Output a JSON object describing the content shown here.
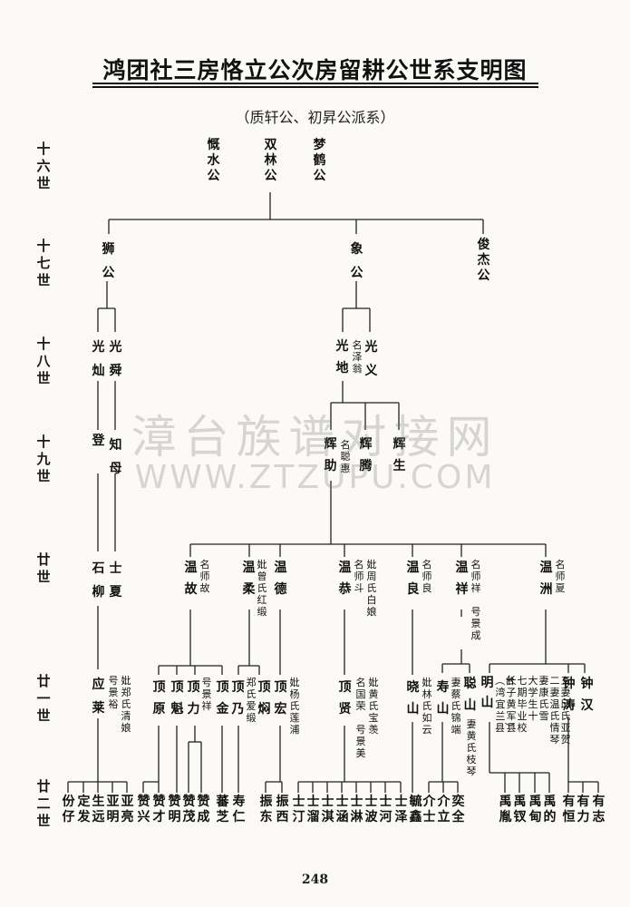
{
  "title": "鸿团社三房恪立公次房留耕公世系支明图",
  "subtitle": "（质轩公、初昇公派系）",
  "page_number": "248",
  "watermark": {
    "line1": "漳台族谱对接网",
    "line2": "WWW.ZTZUPU.COM"
  },
  "generations": [
    "十六世",
    "十七世",
    "十八世",
    "十九世",
    "廿世",
    "廿一世",
    "廿二世"
  ],
  "gen16": [
    "慨水公",
    "双林公",
    "梦鹤公"
  ],
  "gen17": [
    "狮公",
    "象公",
    "俊杰公"
  ],
  "gen18": {
    "name1": "光灿",
    "name2": "光舜",
    "name3": "光地",
    "note3": "名泽翁",
    "name4": "光义"
  },
  "gen19": {
    "name1": "登",
    "name2": "知母",
    "name3": "辉助",
    "note3": "名聪惠",
    "name4": "辉腾",
    "name5": "辉生"
  },
  "gen20": {
    "n1": "石柳",
    "n2": "士夏",
    "n3": "温故",
    "note3": "名师故",
    "n4": "温柔",
    "note4": "妣曾氏红缎",
    "n5": "温德",
    "n6": "温恭",
    "note6a": "名师斗",
    "note6b": "妣周氏白娘",
    "n7": "温良",
    "note7": "名师良",
    "n8": "温祥",
    "note8a": "名师祥",
    "note8b": "号景成",
    "n9": "温洲",
    "note9": "名师夏"
  },
  "gen21": {
    "n1": "应莱",
    "note1a": "号景裕",
    "note1b": "妣郑氏清娘",
    "n2": "顶原",
    "n3": "顶魁",
    "n4": "顶力",
    "note4": "号景祥",
    "n5": "顶金",
    "n6": "顶乃",
    "note6": "郑氏爱缎",
    "n7": "顶焖",
    "n8": "顶宏",
    "note8": "妣杨氏莲浦",
    "n9": "顶贤",
    "note9a": "名国荣",
    "note9b": "妣黄氏宝羡",
    "note9c": "号景美",
    "n10": "晓山",
    "note10": "妣林氏如云",
    "n11": "寿山",
    "note11": "妻蔡氏锦端",
    "n12": "聪山",
    "note12": "妻黄氏枝琴",
    "n13": "明山",
    "note13a": "︵台湾宜兰县︶",
    "note13b": "长子黄军县",
    "note13c": "七期毕业校",
    "note13d": "大学生十",
    "note13e": "妻康氏雪",
    "note13f": "二妻温氏情琴",
    "note13g": "三妻邱氏亚贺",
    "n14": "钟涛",
    "n15": "钟汉"
  },
  "gen22": [
    "份仔",
    "定发",
    "生远",
    "亚明",
    "亚亮",
    "赞兴",
    "赞才",
    "赞明",
    "赞茂",
    "赞成",
    "蕃芝",
    "寿仁",
    "振东",
    "振西",
    "士汀",
    "士溜",
    "士淇",
    "士涵",
    "士淋",
    "士波",
    "士河",
    "士泽",
    "毓鑫",
    "介士",
    "介立",
    "奕全",
    "禹胤",
    "禹钗",
    "禹甸",
    "禹的",
    "有恒",
    "有力",
    "有志"
  ]
}
